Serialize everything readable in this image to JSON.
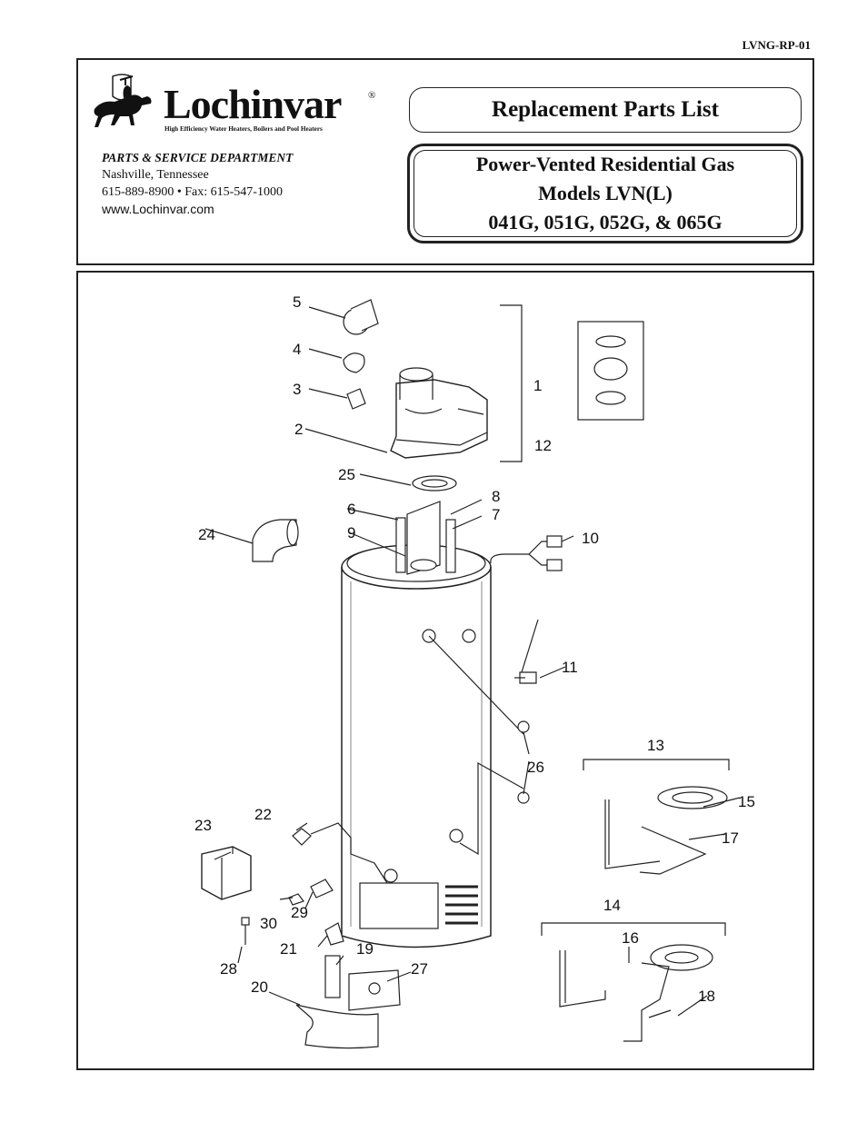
{
  "document_number": "LVNG-RP-01",
  "brand": {
    "name": "Lochinvar",
    "registered_mark": "®",
    "tagline": "High Efficiency Water Heaters, Boilers and Pool Heaters"
  },
  "department": {
    "title": "PARTS & SERVICE DEPARTMENT",
    "city": "Nashville, Tennessee",
    "phone": "615-889-8900 • Fax: 615-547-1000",
    "website": "www.Lochinvar.com"
  },
  "title": "Replacement Parts List",
  "product": {
    "line1": "Power-Vented Residential Gas",
    "line2": "Models LVN(L)",
    "line3": "041G, 051G, 052G, & 065G"
  },
  "diagram": {
    "callouts": [
      "1",
      "2",
      "3",
      "4",
      "5",
      "6",
      "7",
      "8",
      "9",
      "10",
      "11",
      "12",
      "13",
      "14",
      "15",
      "16",
      "17",
      "18",
      "19",
      "20",
      "21",
      "22",
      "23",
      "24",
      "25",
      "26",
      "27",
      "28",
      "29",
      "30"
    ]
  }
}
